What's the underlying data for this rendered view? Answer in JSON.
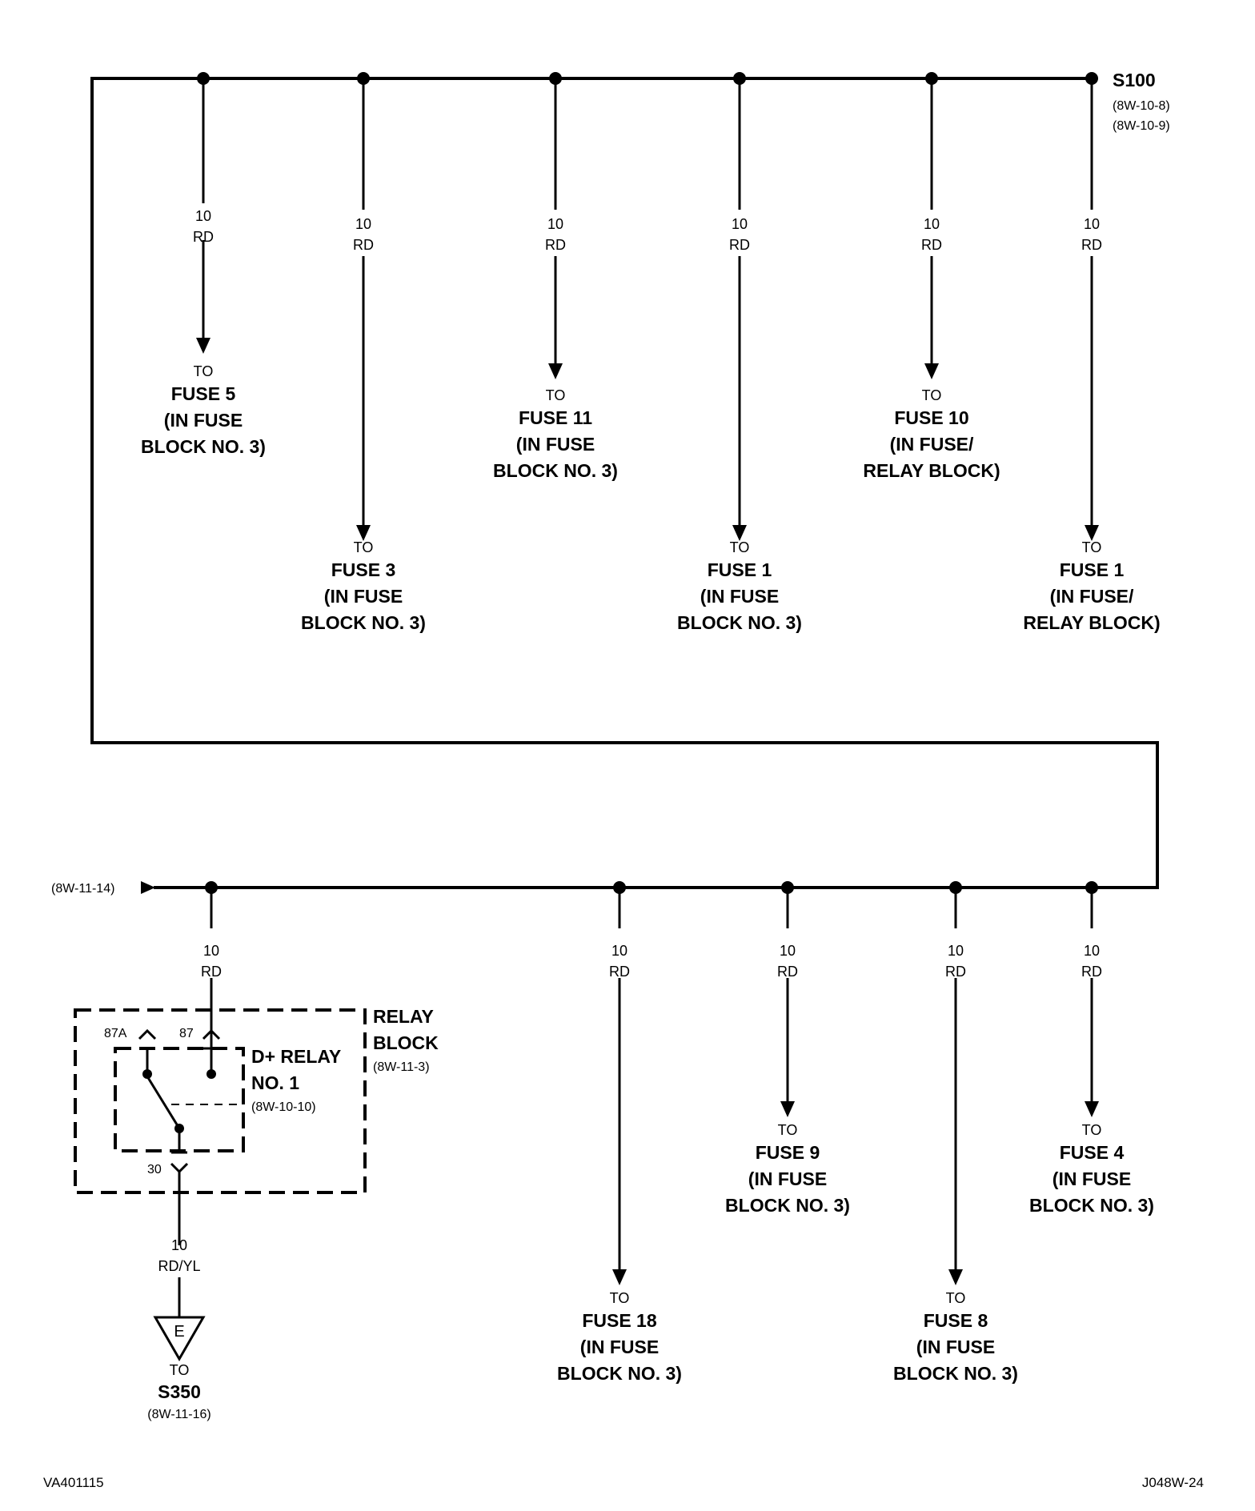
{
  "splice": {
    "name": "S100",
    "refs": [
      "(8W-10-8)",
      "(8W-10-9)"
    ]
  },
  "wire": {
    "gauge": "10",
    "color": "RD"
  },
  "common": {
    "to": "TO"
  },
  "top_branches": [
    {
      "gauge": "10",
      "color": "RD",
      "lines": [
        "FUSE 5",
        "(IN FUSE",
        "BLOCK NO. 3)"
      ]
    },
    {
      "gauge": "10",
      "color": "RD",
      "lines": [
        "FUSE 3",
        "(IN FUSE",
        "BLOCK NO. 3)"
      ]
    },
    {
      "gauge": "10",
      "color": "RD",
      "lines": [
        "FUSE 11",
        "(IN FUSE",
        "BLOCK NO. 3)"
      ]
    },
    {
      "gauge": "10",
      "color": "RD",
      "lines": [
        "FUSE 1",
        "(IN FUSE",
        "BLOCK NO. 3)"
      ]
    },
    {
      "gauge": "10",
      "color": "RD",
      "lines": [
        "FUSE 10",
        "(IN FUSE/",
        "RELAY BLOCK)"
      ]
    },
    {
      "gauge": "10",
      "color": "RD",
      "lines": [
        "FUSE 1",
        "(IN FUSE/",
        "RELAY BLOCK)"
      ]
    }
  ],
  "bottom_branches": [
    {
      "gauge": "10",
      "color": "RD",
      "lines": [
        "FUSE 18",
        "(IN FUSE",
        "BLOCK NO. 3)"
      ]
    },
    {
      "gauge": "10",
      "color": "RD",
      "lines": [
        "FUSE 9",
        "(IN FUSE",
        "BLOCK NO. 3)"
      ]
    },
    {
      "gauge": "10",
      "color": "RD",
      "lines": [
        "FUSE 8",
        "(IN FUSE",
        "BLOCK NO. 3)"
      ]
    },
    {
      "gauge": "10",
      "color": "RD",
      "lines": [
        "FUSE 4",
        "(IN FUSE",
        "BLOCK NO. 3)"
      ]
    }
  ],
  "left_ref": "(8W-11-14)",
  "relay_block": {
    "title_lines": [
      "RELAY",
      "BLOCK"
    ],
    "ref": "(8W-11-3)"
  },
  "relay": {
    "title_lines": [
      "D+ RELAY",
      "NO. 1"
    ],
    "ref": "(8W-10-10)",
    "pins": {
      "p87a": "87A",
      "p87": "87",
      "p30": "30"
    }
  },
  "relay_feed_wire": {
    "gauge": "10",
    "color": "RD"
  },
  "output_wire": {
    "gauge": "10",
    "color": "RD/YL"
  },
  "connector_letter": "E",
  "destination": {
    "to": "TO",
    "name": "S350",
    "ref": "(8W-11-16)"
  },
  "footer": {
    "left": "VA401115",
    "right": "J048W-24"
  }
}
